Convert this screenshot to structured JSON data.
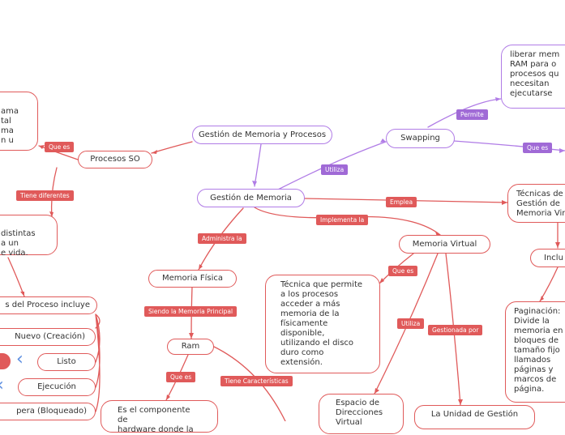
{
  "nodes": {
    "root": "Gestión de Memoria y Procesos",
    "procesos_so": "Procesos SO",
    "gestion_memoria": "Gestión de Memoria",
    "swapping": "Swapping",
    "liberar": "liberar mem\nRAM para o\nprocesos qu\nnecesitan\nejecutarse",
    "tecnicas": "Técnicas de\nGestión de\nMemoria Vir",
    "incluye": "Inclu",
    "paginacion": "Paginación:\nDivide la\nmemoria en\nbloques de\ntamaño fijo\nllamados\npáginas y\nmarcos de\npágina.",
    "memoria_virtual": "Memoria Virtual",
    "tecnica_permite": "Técnica que permite\na los procesos\nacceder a más\nmemoria de la\nfísicamente\ndisponible,\nutilizando el disco\nduro como\nextensión.",
    "memoria_fisica": "Memoria Física",
    "ram": "Ram",
    "componente": "Es el componente de\nhardware donde la",
    "espacio": "Espacio de\nDirecciones\nVirtual",
    "unidad": "La Unidad de Gestión",
    "programa_frag": "ama\ntal\nma\nn u",
    "distintas_frag": "distintas\na un\ne vida.",
    "ciclo": "s del Proceso incluye",
    "nuevo": "Nuevo (Creación)",
    "listo": "Listo",
    "ejecucion": "Ejecución",
    "espera": "pera (Bloqueado)"
  },
  "labels": {
    "que_es_1": "Que es",
    "tiene_diferentes": "Tiene diferentes",
    "utiliza_1": "Utiliza",
    "permite": "Permite",
    "que_es_2": "Que es",
    "emplea": "Emplea",
    "implementa_la": "Implementa la",
    "administra_la": "Administra la",
    "que_es_3": "Que es",
    "siendo_la": "Siendo la Memoria Principal",
    "que_es_4": "Que es",
    "tiene_caracteristicas": "Tiene Características",
    "utiliza_2": "Utiliza",
    "gestionada_por": "Gestionada por"
  },
  "colors": {
    "red": "#e05a5a",
    "purple": "#b07ce6",
    "blue": "#5b8de0"
  }
}
